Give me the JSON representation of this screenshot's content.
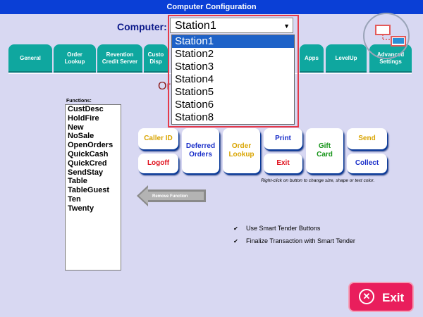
{
  "window": {
    "title": "Computer Configuration"
  },
  "computer": {
    "label": "Computer:",
    "selected": "Station1",
    "options": [
      "Station1",
      "Station2",
      "Station3",
      "Station4",
      "Station5",
      "Station6",
      "Station8"
    ]
  },
  "tabs": {
    "general": "General",
    "order_lookup_1": "Order",
    "order_lookup_2": "Lookup",
    "revention_1": "Revention",
    "revention_2": "Credit Server",
    "customer_1": "Custo",
    "customer_2": "Disp",
    "apps": "Apps",
    "levelup": "LevelUp",
    "advanced_1": "Advanced",
    "advanced_2": "Settings"
  },
  "panel": {
    "partial_title": "Or"
  },
  "functions": {
    "label": "Functions:",
    "items": [
      "CustDesc",
      "HoldFire",
      "New",
      "NoSale",
      "OpenOrders",
      "QuickCash",
      "QuickCred",
      "SendStay",
      "Table",
      "TableGuest",
      "Ten",
      "Twenty"
    ]
  },
  "buttons": {
    "caller_id": "Caller ID",
    "deferred_1": "Deferred",
    "deferred_2": "Orders",
    "order_lookup_1": "Order",
    "order_lookup_2": "Lookup",
    "print": "Print",
    "gift_1": "Gift",
    "gift_2": "Card",
    "send": "Send",
    "logoff": "Logoff",
    "exit": "Exit",
    "collect": "Collect"
  },
  "hint": "Right-click on button to change size, shape or text color.",
  "remove_function": "Remove Function",
  "options": {
    "smart_tender": "Use Smart Tender Buttons",
    "finalize": "Finalize Transaction with Smart Tender",
    "checkmark": "✔"
  },
  "exit_button": {
    "label": "Exit",
    "icon_glyph": "✕"
  },
  "colors": {
    "titlebar": "#0a3fd6",
    "tab": "#0fa79f",
    "exit": "#e91e5c",
    "highlight": "#e53a4a",
    "selection": "#1e62c8"
  }
}
